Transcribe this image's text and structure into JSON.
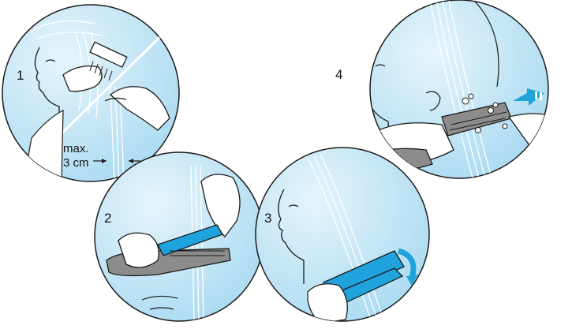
{
  "steps": [
    {
      "number": "1",
      "note_line1": "max.",
      "note_line2": "3 cm"
    },
    {
      "number": "2"
    },
    {
      "number": "3"
    },
    {
      "number": "4"
    }
  ],
  "colors": {
    "circle_fill": "#bfe4f6",
    "circle_light": "#e6f4fb",
    "accent_blue": "#1fa3dc",
    "outline": "#1a1a1a",
    "device_grey": "#8c8c8c",
    "skin": "#ffffff"
  },
  "icons": [
    "comb-icon",
    "hair-straightener-icon",
    "rotate-arrow-icon",
    "push-arrow-icon",
    "steam-icon"
  ]
}
